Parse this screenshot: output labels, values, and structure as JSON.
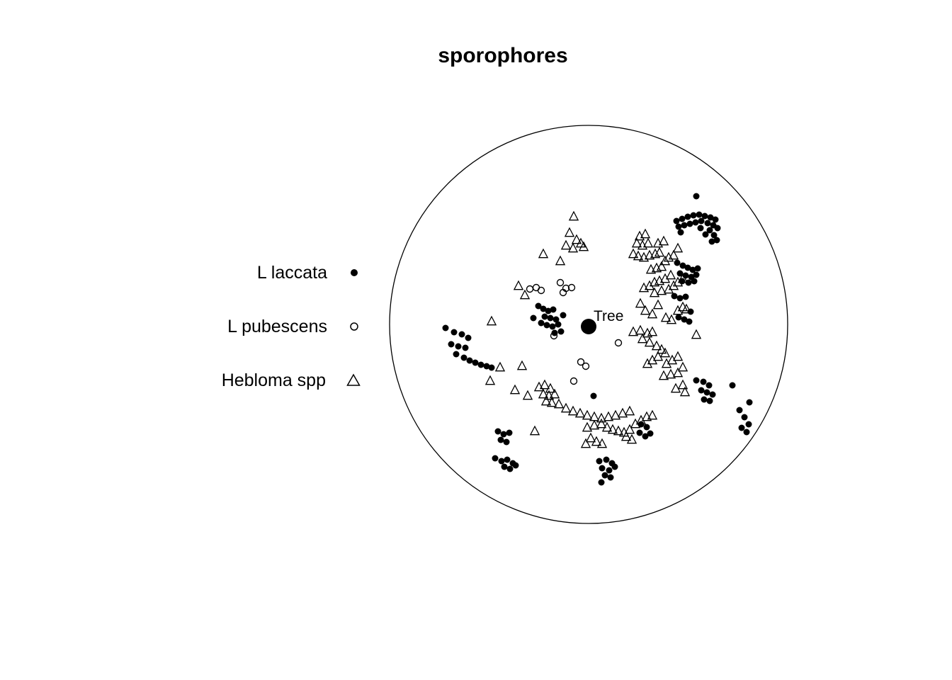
{
  "chart_data": {
    "type": "scatter",
    "title": "sporophores",
    "xlabel": "",
    "ylabel": "",
    "grid": false,
    "legend_position": "left",
    "boundary_circle": {
      "cx": 831,
      "cy": 458,
      "r": 281
    },
    "tree": {
      "x": 831,
      "y": 461,
      "label": "Tree"
    },
    "legend": [
      {
        "label": "L laccata",
        "marker": "filled-circle"
      },
      {
        "label": "L pubescens",
        "marker": "open-circle"
      },
      {
        "label": "Hebloma spp",
        "marker": "open-triangle"
      }
    ],
    "series": [
      {
        "id": "l-laccata",
        "name": "L laccata",
        "marker": "filled-circle",
        "points": [
          [
            983,
            277
          ],
          [
            955,
            312
          ],
          [
            963,
            309
          ],
          [
            971,
            306
          ],
          [
            979,
            304
          ],
          [
            987,
            303
          ],
          [
            995,
            305
          ],
          [
            1003,
            307
          ],
          [
            1010,
            310
          ],
          [
            958,
            320
          ],
          [
            966,
            318
          ],
          [
            974,
            316
          ],
          [
            982,
            314
          ],
          [
            990,
            312
          ],
          [
            999,
            315
          ],
          [
            1007,
            318
          ],
          [
            1013,
            322
          ],
          [
            1002,
            325
          ],
          [
            989,
            322
          ],
          [
            996,
            331
          ],
          [
            1008,
            332
          ],
          [
            1005,
            341
          ],
          [
            1012,
            339
          ],
          [
            961,
            328
          ],
          [
            956,
            371
          ],
          [
            964,
            375
          ],
          [
            971,
            378
          ],
          [
            978,
            381
          ],
          [
            985,
            379
          ],
          [
            960,
            386
          ],
          [
            968,
            389
          ],
          [
            976,
            391
          ],
          [
            983,
            388
          ],
          [
            963,
            397
          ],
          [
            972,
            399
          ],
          [
            980,
            397
          ],
          [
            952,
            418
          ],
          [
            960,
            421
          ],
          [
            968,
            419
          ],
          [
            975,
            440
          ],
          [
            958,
            448
          ],
          [
            966,
            451
          ],
          [
            973,
            454
          ],
          [
            629,
            463
          ],
          [
            641,
            469
          ],
          [
            652,
            472
          ],
          [
            661,
            477
          ],
          [
            637,
            486
          ],
          [
            647,
            489
          ],
          [
            657,
            491
          ],
          [
            644,
            500
          ],
          [
            655,
            505
          ],
          [
            663,
            509
          ],
          [
            671,
            512
          ],
          [
            679,
            515
          ],
          [
            687,
            517
          ],
          [
            694,
            519
          ],
          [
            753,
            449
          ],
          [
            760,
            432
          ],
          [
            767,
            436
          ],
          [
            774,
            439
          ],
          [
            781,
            437
          ],
          [
            769,
            447
          ],
          [
            777,
            449
          ],
          [
            785,
            451
          ],
          [
            764,
            456
          ],
          [
            772,
            459
          ],
          [
            780,
            461
          ],
          [
            788,
            458
          ],
          [
            795,
            445
          ],
          [
            783,
            470
          ],
          [
            792,
            468
          ],
          [
            703,
            609
          ],
          [
            711,
            613
          ],
          [
            719,
            611
          ],
          [
            707,
            621
          ],
          [
            715,
            624
          ],
          [
            699,
            647
          ],
          [
            708,
            651
          ],
          [
            716,
            649
          ],
          [
            724,
            654
          ],
          [
            712,
            659
          ],
          [
            720,
            662
          ],
          [
            728,
            657
          ],
          [
            846,
            651
          ],
          [
            856,
            649
          ],
          [
            864,
            654
          ],
          [
            850,
            661
          ],
          [
            860,
            664
          ],
          [
            868,
            659
          ],
          [
            854,
            671
          ],
          [
            862,
            674
          ],
          [
            849,
            681
          ],
          [
            983,
            537
          ],
          [
            993,
            539
          ],
          [
            1001,
            544
          ],
          [
            990,
            551
          ],
          [
            998,
            554
          ],
          [
            1006,
            557
          ],
          [
            994,
            564
          ],
          [
            1002,
            566
          ],
          [
            1034,
            544
          ],
          [
            1058,
            568
          ],
          [
            1044,
            579
          ],
          [
            1051,
            589
          ],
          [
            1057,
            599
          ],
          [
            1047,
            604
          ],
          [
            1054,
            610
          ],
          [
            905,
            599
          ],
          [
            913,
            603
          ],
          [
            903,
            611
          ],
          [
            911,
            616
          ],
          [
            918,
            612
          ],
          [
            838,
            559
          ]
        ]
      },
      {
        "id": "l-pubescens",
        "name": "L pubescens",
        "marker": "open-circle",
        "points": [
          [
            748,
            408
          ],
          [
            757,
            406
          ],
          [
            764,
            410
          ],
          [
            791,
            399
          ],
          [
            799,
            407
          ],
          [
            807,
            406
          ],
          [
            795,
            413
          ],
          [
            873,
            484
          ],
          [
            820,
            511
          ],
          [
            827,
            517
          ],
          [
            810,
            538
          ],
          [
            782,
            474
          ]
        ]
      },
      {
        "id": "hebloma-spp",
        "name": "Hebloma spp",
        "marker": "open-triangle",
        "points": [
          [
            810,
            306
          ],
          [
            804,
            329
          ],
          [
            814,
            339
          ],
          [
            820,
            344
          ],
          [
            799,
            347
          ],
          [
            809,
            351
          ],
          [
            824,
            349
          ],
          [
            791,
            369
          ],
          [
            767,
            359
          ],
          [
            732,
            404
          ],
          [
            741,
            417
          ],
          [
            694,
            454
          ],
          [
            706,
            519
          ],
          [
            692,
            538
          ],
          [
            737,
            517
          ],
          [
            727,
            551
          ],
          [
            745,
            559
          ],
          [
            903,
            334
          ],
          [
            911,
            331
          ],
          [
            899,
            344
          ],
          [
            907,
            347
          ],
          [
            915,
            344
          ],
          [
            894,
            359
          ],
          [
            901,
            362
          ],
          [
            909,
            364
          ],
          [
            917,
            361
          ],
          [
            925,
            359
          ],
          [
            931,
            357
          ],
          [
            939,
            369
          ],
          [
            934,
            377
          ],
          [
            927,
            379
          ],
          [
            919,
            381
          ],
          [
            944,
            364
          ],
          [
            951,
            361
          ],
          [
            929,
            344
          ],
          [
            937,
            341
          ],
          [
            957,
            351
          ],
          [
            947,
            389
          ],
          [
            939,
            394
          ],
          [
            931,
            397
          ],
          [
            924,
            399
          ],
          [
            917,
            404
          ],
          [
            909,
            407
          ],
          [
            924,
            414
          ],
          [
            934,
            411
          ],
          [
            944,
            409
          ],
          [
            951,
            404
          ],
          [
            957,
            399
          ],
          [
            964,
            394
          ],
          [
            904,
            429
          ],
          [
            929,
            431
          ],
          [
            911,
            439
          ],
          [
            921,
            444
          ],
          [
            964,
            434
          ],
          [
            957,
            439
          ],
          [
            969,
            437
          ],
          [
            940,
            449
          ],
          [
            948,
            452
          ],
          [
            983,
            473
          ],
          [
            894,
            469
          ],
          [
            904,
            467
          ],
          [
            914,
            471
          ],
          [
            921,
            469
          ],
          [
            907,
            479
          ],
          [
            917,
            484
          ],
          [
            927,
            489
          ],
          [
            934,
            494
          ],
          [
            939,
            499
          ],
          [
            929,
            504
          ],
          [
            921,
            509
          ],
          [
            914,
            514
          ],
          [
            941,
            514
          ],
          [
            949,
            509
          ],
          [
            957,
            504
          ],
          [
            964,
            519
          ],
          [
            957,
            527
          ],
          [
            947,
            529
          ],
          [
            937,
            531
          ],
          [
            964,
            544
          ],
          [
            954,
            549
          ],
          [
            967,
            554
          ],
          [
            755,
            609
          ],
          [
            761,
            547
          ],
          [
            769,
            544
          ],
          [
            777,
            549
          ],
          [
            767,
            557
          ],
          [
            775,
            559
          ],
          [
            783,
            557
          ],
          [
            771,
            567
          ],
          [
            779,
            569
          ],
          [
            789,
            571
          ],
          [
            799,
            577
          ],
          [
            809,
            581
          ],
          [
            819,
            584
          ],
          [
            829,
            587
          ],
          [
            839,
            589
          ],
          [
            849,
            591
          ],
          [
            859,
            589
          ],
          [
            869,
            587
          ],
          [
            879,
            584
          ],
          [
            889,
            581
          ],
          [
            849,
            599
          ],
          [
            839,
            601
          ],
          [
            829,
            604
          ],
          [
            857,
            604
          ],
          [
            865,
            607
          ],
          [
            873,
            609
          ],
          [
            881,
            611
          ],
          [
            889,
            607
          ],
          [
            897,
            599
          ],
          [
            905,
            594
          ],
          [
            913,
            589
          ],
          [
            921,
            587
          ],
          [
            834,
            619
          ],
          [
            842,
            624
          ],
          [
            850,
            627
          ],
          [
            827,
            627
          ],
          [
            884,
            617
          ],
          [
            892,
            621
          ]
        ]
      }
    ]
  }
}
